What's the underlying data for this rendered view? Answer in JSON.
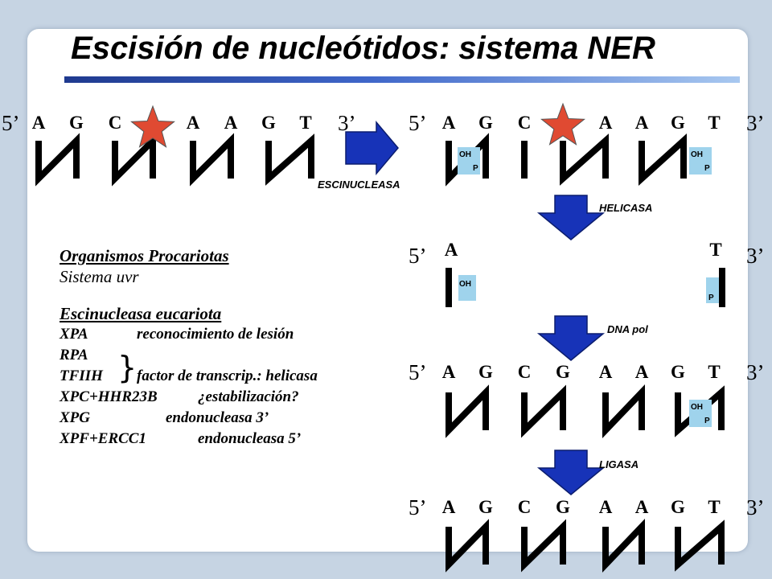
{
  "title": "Escisión de nucleótidos: sistema NER",
  "end_5": "5’",
  "end_3": "3’",
  "strand_full_damaged": [
    "A",
    "G",
    "C",
    "A",
    "A",
    "G",
    "T"
  ],
  "strand_cut": [
    "A",
    "G",
    "C",
    "A",
    "A",
    "G",
    "T"
  ],
  "strand_gapped": [
    "A",
    "T"
  ],
  "strand_filled": [
    "A",
    "G",
    "C",
    "G",
    "A",
    "A",
    "G",
    "T"
  ],
  "strand_ligated": [
    "A",
    "G",
    "C",
    "G",
    "A",
    "A",
    "G",
    "T"
  ],
  "marks": {
    "oh": "OH",
    "p": "P"
  },
  "steps": {
    "escinucleasa": "ESCINUCLEASA",
    "helicasa": "HELICASA",
    "dna_pol": "DNA pol",
    "ligasa": "LIGASA"
  },
  "colors": {
    "star": "#e04a32",
    "arrow": "#1733b8",
    "oh_box": "#9fd3ec",
    "title_bar": "#2a4fb0"
  },
  "info": {
    "prok_heading": "Organismos Procariotas",
    "prok_system": "Sistema uvr",
    "euk_heading": "Escinucleasa eucariota",
    "rows": [
      {
        "name": "XPA",
        "role": "reconocimiento de lesión"
      },
      {
        "name": "RPA",
        "role": ""
      },
      {
        "name": "TFIIH",
        "role": "factor de transcrip.: helicasa"
      },
      {
        "name": "XPC+HHR23B",
        "role": "¿estabilización?"
      },
      {
        "name": "XPG",
        "role": "endonucleasa 3’"
      },
      {
        "name": "XPF+ERCC1",
        "role": "endonucleasa 5’"
      }
    ]
  }
}
